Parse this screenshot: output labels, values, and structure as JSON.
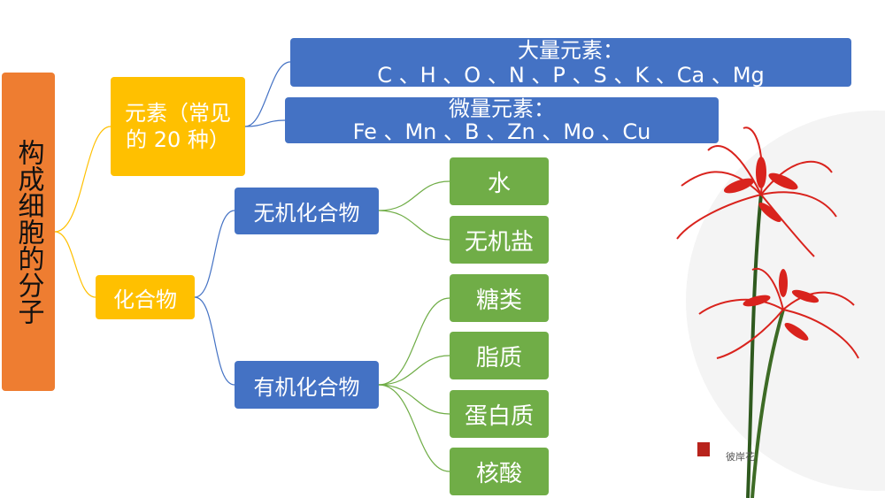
{
  "colors": {
    "orange": "#ee7d31",
    "yellow": "#ffc000",
    "blue": "#4472c4",
    "green": "#70ad47",
    "flower_red": "#d9231d",
    "stem": "#2f5a1f"
  },
  "root": {
    "label": "构成细胞的分子"
  },
  "elements": {
    "label": "元素（常见的 20 种）",
    "macro": {
      "title": "大量元素：",
      "items": "C 、H 、O 、N 、P 、S 、K 、Ca 、Mg"
    },
    "micro": {
      "title": "微量元素：",
      "items": "Fe 、Mn 、B 、Zn 、Mo 、Cu"
    }
  },
  "compounds": {
    "label": "化合物",
    "inorganic": {
      "label": "无机化合物",
      "children": [
        "水",
        "无机盐"
      ]
    },
    "organic": {
      "label": "有机化合物",
      "children": [
        "糖类",
        "脂质",
        "蛋白质",
        "核酸"
      ]
    }
  },
  "decoration": {
    "icon": "red-spider-lily-painting-icon",
    "signature": "彼岸花"
  }
}
